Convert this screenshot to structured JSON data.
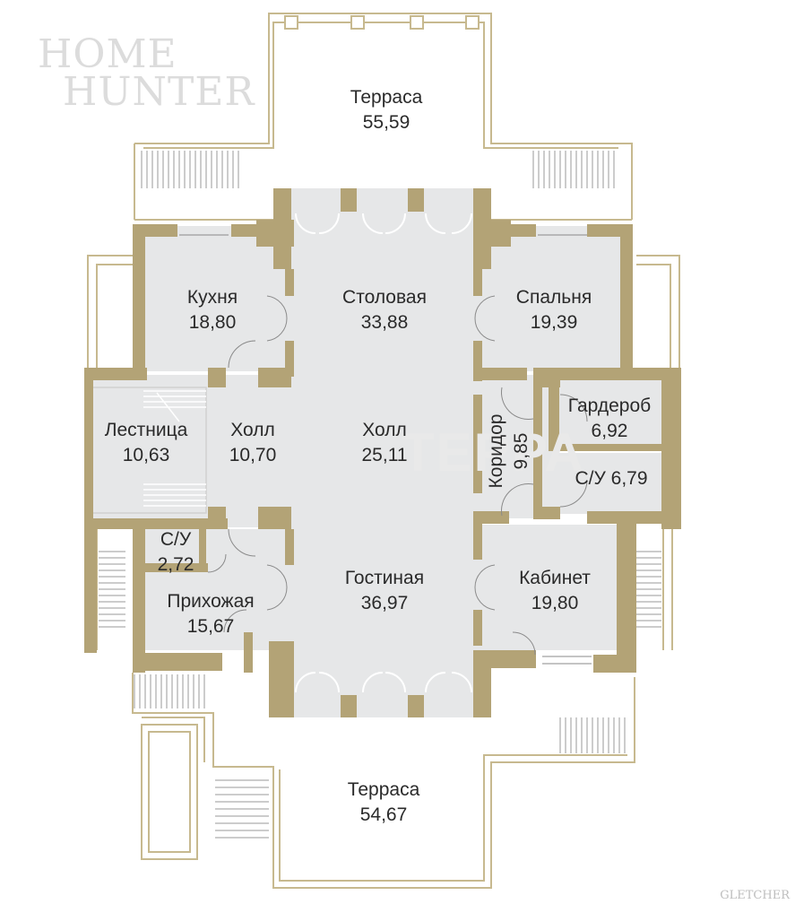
{
  "colors": {
    "wall": "#b3a376",
    "floor": "#e6e7e8",
    "outline": "#c7b98f",
    "text": "#2a2a2a"
  },
  "watermarks": {
    "home": "HOME",
    "hunter": "HUNTER",
    "terra": "ТЕРРА",
    "credit": "GLETCHER"
  },
  "rooms": {
    "terrace_top": {
      "name": "Терраса",
      "area": "55,59"
    },
    "kitchen": {
      "name": "Кухня",
      "area": "18,80"
    },
    "dining": {
      "name": "Столовая",
      "area": "33,88"
    },
    "bedroom": {
      "name": "Спальня",
      "area": "19,39"
    },
    "stairs": {
      "name": "Лестница",
      "area": "10,63"
    },
    "hall_small": {
      "name": "Холл",
      "area": "10,70"
    },
    "hall_main": {
      "name": "Холл",
      "area": "25,11"
    },
    "corridor": {
      "name": "Коридор",
      "area": "9,85"
    },
    "wardrobe": {
      "name": "Гардероб",
      "area": "6,92"
    },
    "bath_right": {
      "name": "С/У",
      "area": "6,79"
    },
    "bath_left": {
      "name": "С/У",
      "area": "2,72"
    },
    "entrance": {
      "name": "Прихожая",
      "area": "15,67"
    },
    "living": {
      "name": "Гостиная",
      "area": "36,97"
    },
    "study": {
      "name": "Кабинет",
      "area": "19,80"
    },
    "terrace_bottom": {
      "name": "Терраса",
      "area": "54,67"
    }
  }
}
